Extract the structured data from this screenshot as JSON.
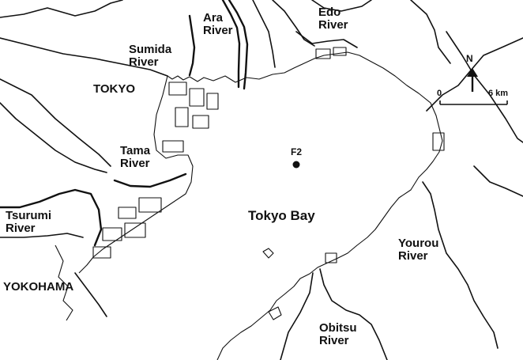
{
  "map": {
    "colors": {
      "ink": "#111111",
      "background": "#ffffff"
    },
    "labels": {
      "ara_river": "Ara\nRiver",
      "edo_river": "Edo\nRiver",
      "sumida_river": "Sumida\nRiver",
      "tokyo": "TOKYO",
      "tama_river": "Tama\nRiver",
      "tsurumi_river": "Tsurumi\nRiver",
      "yokohama": "YOKOHAMA",
      "tokyo_bay": "Tokyo Bay",
      "yourou_river": "Yourou\nRiver",
      "obitsu_river": "Obitsu\nRiver",
      "station": "F2"
    },
    "north_arrow": {
      "letter": "N",
      "icon": "north-arrow-icon"
    },
    "scale_bar": {
      "start": "0",
      "end": "6 km"
    }
  }
}
